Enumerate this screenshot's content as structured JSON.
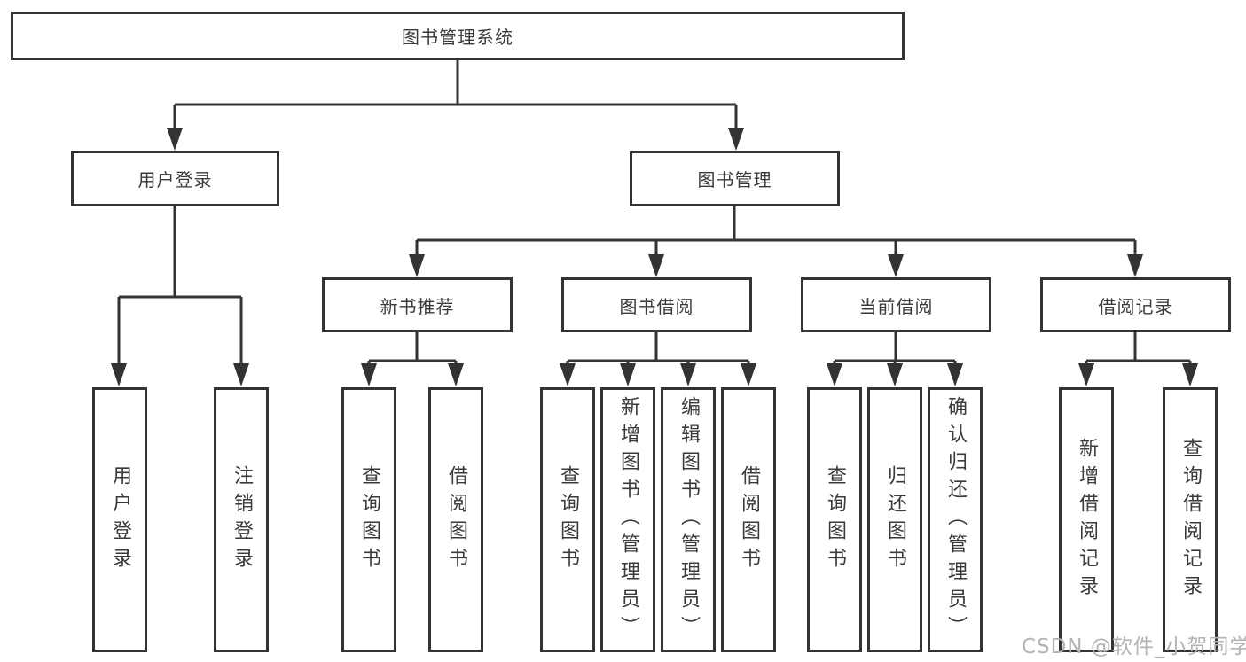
{
  "tree": {
    "root": "图书管理系统",
    "children": [
      {
        "label": "用户登录",
        "children": [
          "用户登录",
          "注销登录"
        ]
      },
      {
        "label": "图书管理",
        "children": [
          {
            "label": "新书推荐",
            "children": [
              "查询图书",
              "借阅图书"
            ]
          },
          {
            "label": "图书借阅",
            "children": [
              "查询图书",
              "新增图书（管理员）",
              "编辑图书（管理员）",
              "借阅图书"
            ]
          },
          {
            "label": "当前借阅",
            "children": [
              "查询图书",
              "归还图书",
              "确认归还（管理员）"
            ]
          },
          {
            "label": "借阅记录",
            "children": [
              "新增借阅记录",
              "查询借阅记录"
            ]
          }
        ]
      }
    ]
  },
  "watermark": {
    "text": "CSDN @软件_小贺同学"
  },
  "colors": {
    "line": "#333333",
    "text": "#3a3a3a",
    "box_fill": "#ffffff",
    "background": "#ffffff",
    "watermark": "#b3b3b3"
  }
}
